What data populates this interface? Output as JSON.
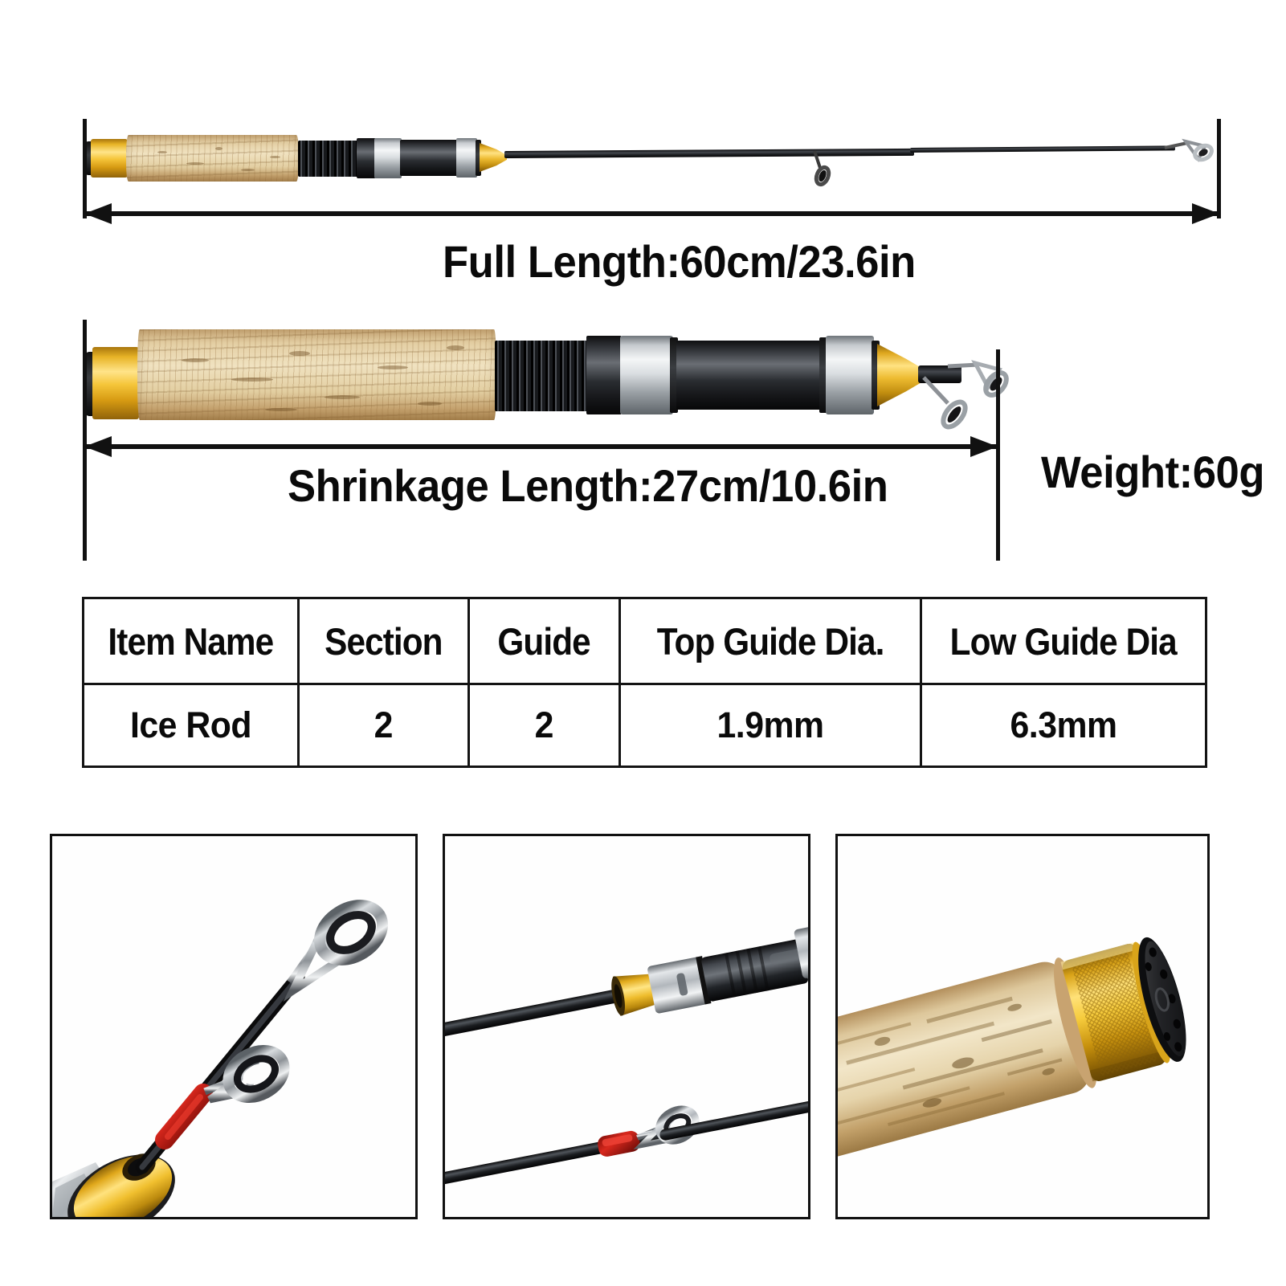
{
  "page": {
    "background_color": "#ffffff",
    "text_color": "#0a0a0a"
  },
  "dimensions": {
    "full_length_label": "Full Length:60cm/23.6in",
    "shrinkage_length_label": "Shrinkage Length:27cm/10.6in",
    "weight_label": "Weight:60g"
  },
  "spec_table": {
    "headers": [
      "Item Name",
      "Section",
      "Guide",
      "Top Guide Dia.",
      "Low Guide Dia"
    ],
    "rows": [
      [
        "Ice Rod",
        "2",
        "2",
        "1.9mm",
        "6.3mm"
      ]
    ]
  },
  "product": {
    "extended_rod_alt": "Extended ice fishing rod with cork handle, gold butt cap and black blank",
    "collapsed_rod_alt": "Collapsed ice fishing rod showing cork grip, black foregrip and gold ferrule"
  },
  "detail_panels": [
    {
      "name": "rod-tip-guides",
      "caption": ""
    },
    {
      "name": "ferrule-and-guide",
      "caption": ""
    },
    {
      "name": "cork-handle-butt-cap",
      "caption": ""
    }
  ],
  "colors": {
    "gold": "#e8b427",
    "cork": "#e4cfa4",
    "silver": "#dadee1",
    "black": "#111111",
    "red_wrap": "#c01f17"
  }
}
